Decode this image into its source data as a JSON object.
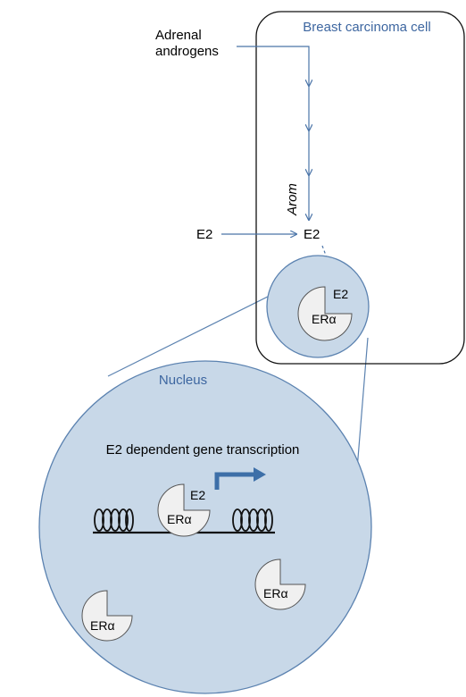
{
  "colors": {
    "arrow": "#4a74a8",
    "cell_title": "#3d66a0",
    "nucleus_fill": "#c8d8e8",
    "nucleus_stroke": "#5b82b0",
    "receptor_fill": "#f0f0f0",
    "receptor_stroke": "#555555",
    "transcription_arrow": "#3d6fa8"
  },
  "cell": {
    "title": "Breast carcinoma cell"
  },
  "inputs": {
    "androgens_line1": "Adrenal",
    "androgens_line2": "androgens",
    "e2_external": "E2",
    "e2_internal": "E2",
    "enzyme": "Arom"
  },
  "small_nucleus": {
    "ligand": "E2",
    "receptor": "ERα"
  },
  "nucleus": {
    "title": "Nucleus",
    "process": "E2 dependent gene transcription",
    "bound_ligand": "E2",
    "bound_receptor": "ERα",
    "free_receptor_1": "ERα",
    "free_receptor_2": "ERα"
  }
}
